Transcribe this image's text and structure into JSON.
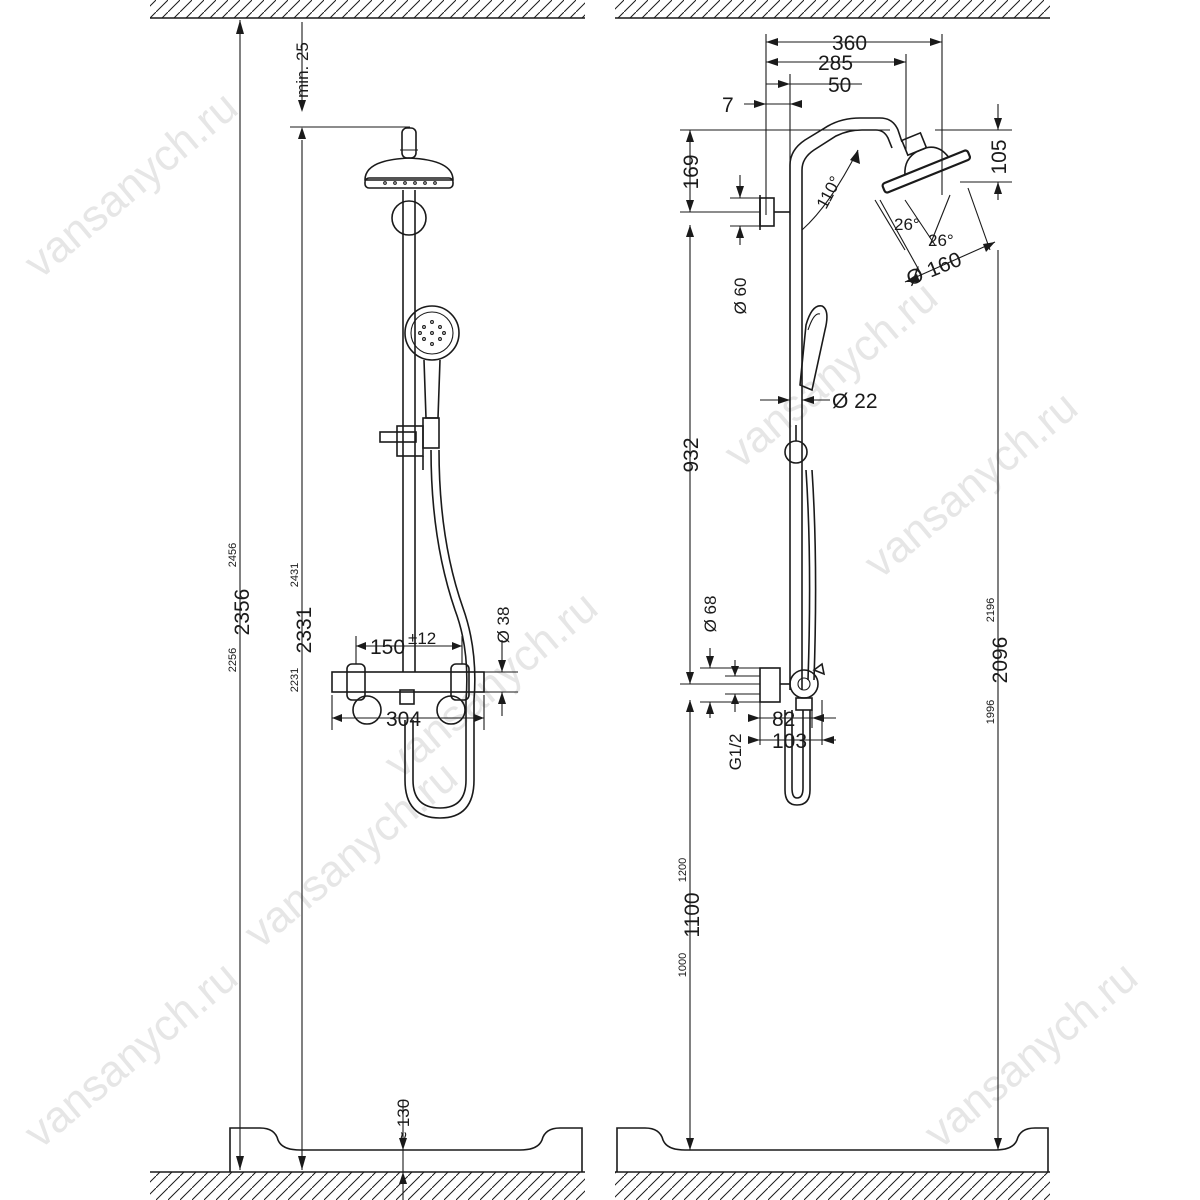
{
  "watermark": "vansanych.ru",
  "front": {
    "min_clearance": "min. 25",
    "total_height": "2356",
    "total_min": "2256",
    "total_max": "2456",
    "bar_height": "2331",
    "bar_min": "2231",
    "bar_max": "2431",
    "inlet_spacing": "150",
    "inlet_tol": "±12",
    "mixer_diameter": "Ø 38",
    "mixer_width": "304",
    "floor_clearance": "≈ 130"
  },
  "side": {
    "reach_total": "360",
    "reach_head": "285",
    "reach_bar": "50",
    "wall_gap": "7",
    "head_drop": "169",
    "head_height": "105",
    "head_angle": "110°",
    "spray_angle_1": "26°",
    "spray_angle_2": "26°",
    "head_diameter": "Ø 160",
    "bracket_diameter": "Ø 60",
    "rail_diameter": "Ø 22",
    "rail_length": "932",
    "mixer_diameter": "Ø 68",
    "inlet_thread": "G1/2",
    "mixer_depth_1": "82",
    "mixer_depth_2": "103",
    "mixer_height": "1100",
    "mixer_min": "1000",
    "mixer_max": "1200",
    "head_top": "2096",
    "head_top_min": "1996",
    "head_top_max": "2196"
  }
}
